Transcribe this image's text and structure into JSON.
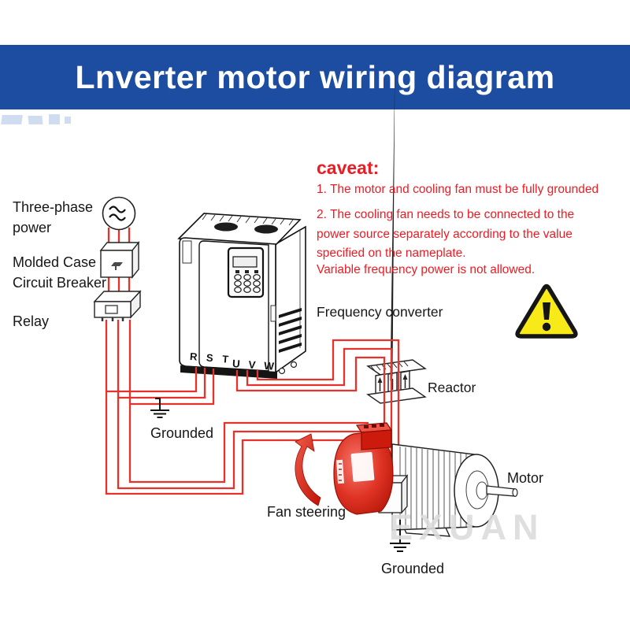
{
  "banner": {
    "title": "Lnverter motor wiring diagram"
  },
  "caveat": {
    "heading": "caveat:",
    "lines": [
      "1. The motor and cooling fan must be fully grounded",
      "2. The cooling fan needs to be connected to the",
      "power source separately according to the value",
      "specified on the nameplate.",
      "Variable frequency power is not allowed."
    ]
  },
  "labels": {
    "three_phase_power": "Three-phase power",
    "molded_case_circuit_breaker": "Molded Case Circuit Breaker",
    "relay": "Relay",
    "frequency_converter": "Frequency converter",
    "input_terminals": "R S T",
    "output_terminals": "U V W",
    "grounded_left": "Grounded",
    "reactor": "Reactor",
    "fan_steering": "Fan steering",
    "motor": "Motor",
    "grounded_right": "Grounded"
  },
  "watermark": "EXUAN",
  "colors": {
    "banner_bg": "#1c4da1",
    "wire_red": "#e5332c",
    "caveat_red": "#ed1c24",
    "warning_yellow": "#f8ea19",
    "fan_red": "#dd2114",
    "watermark_gray": "#dedede"
  }
}
